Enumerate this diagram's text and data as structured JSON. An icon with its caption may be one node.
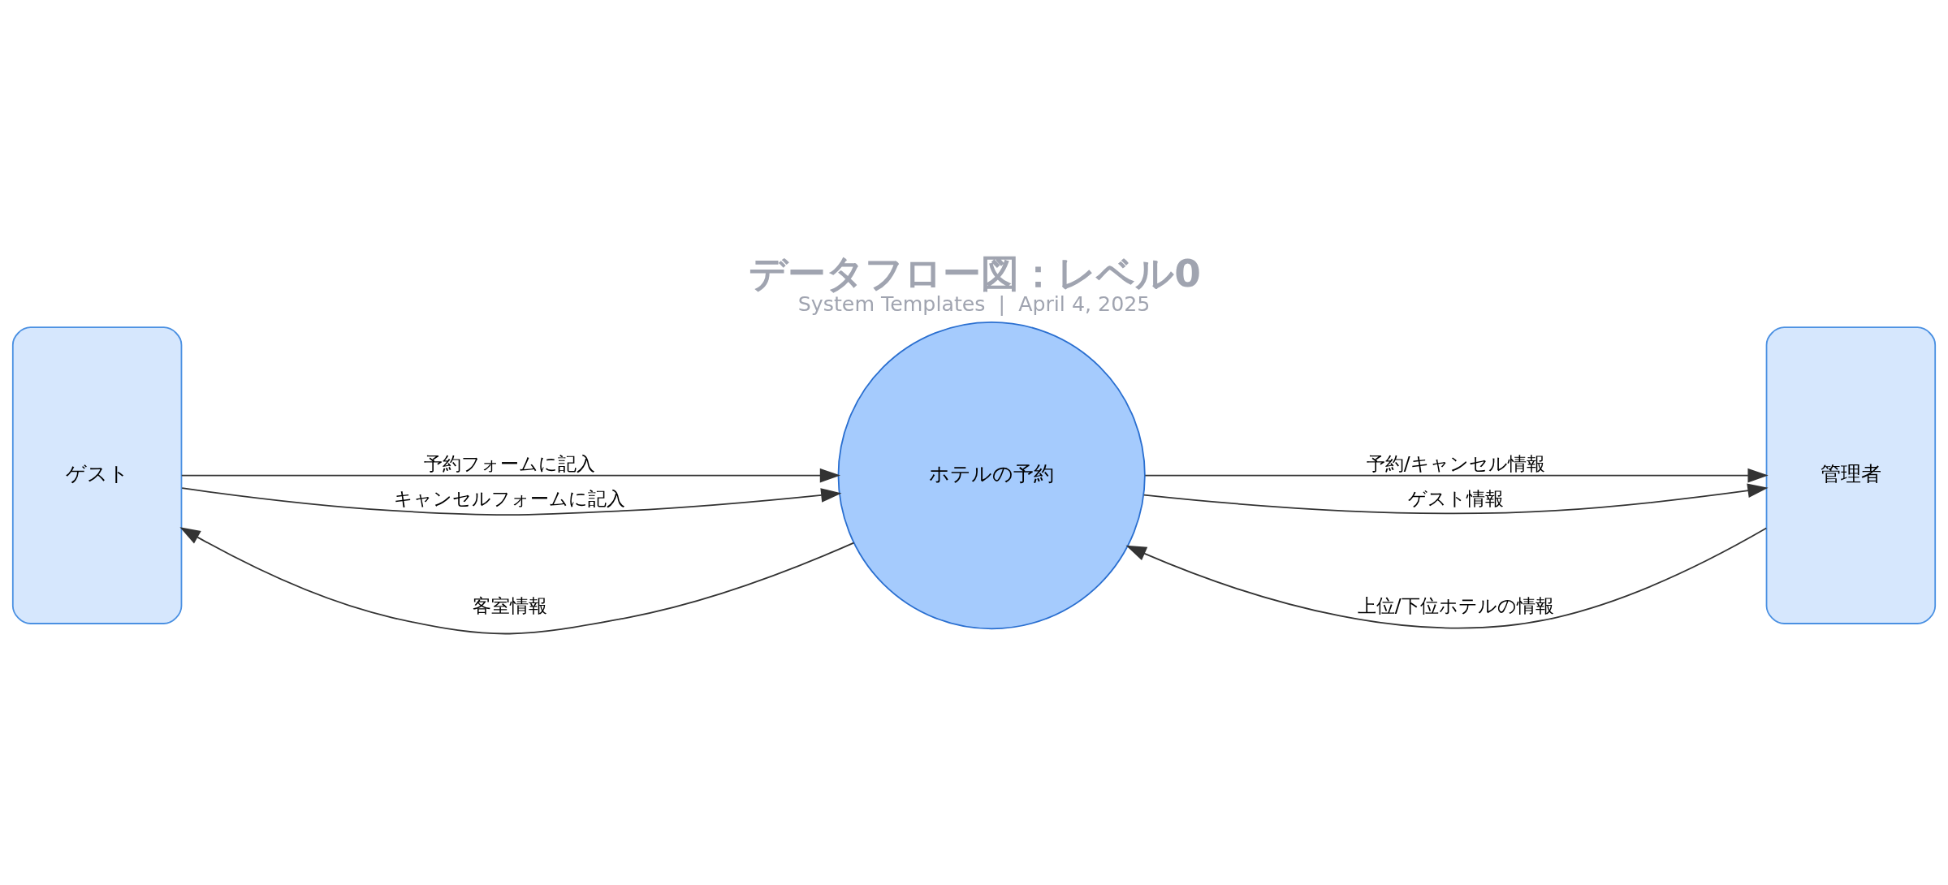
{
  "diagram": {
    "title": "データフロー図：レベル0",
    "caption": "System Templates  |  April 4, 2025",
    "nodes": [
      {
        "text": [
          "ゲスト"
        ]
      },
      {
        "text": [
          "ホテルの予約"
        ]
      },
      {
        "text": [
          "管理者"
        ]
      }
    ],
    "edges": [
      {
        "from": 0,
        "to": 1,
        "arrow": "to",
        "label": "予約フォームに記入"
      },
      {
        "from": 1,
        "to": 0,
        "arrow": "to",
        "label": "客室情報"
      },
      {
        "from": 0,
        "to": 1,
        "arrow": "to",
        "label": "キャンセルフォームに記入"
      },
      {
        "from": 2,
        "to": 1,
        "arrow": "to",
        "label": "上位/下位ホテルの情報"
      },
      {
        "from": 1,
        "to": 2,
        "arrow": "to",
        "label": "予約/キャンセル情報"
      },
      {
        "from": 1,
        "to": 2,
        "arrow": "to",
        "label": "ゲスト情報"
      }
    ]
  }
}
